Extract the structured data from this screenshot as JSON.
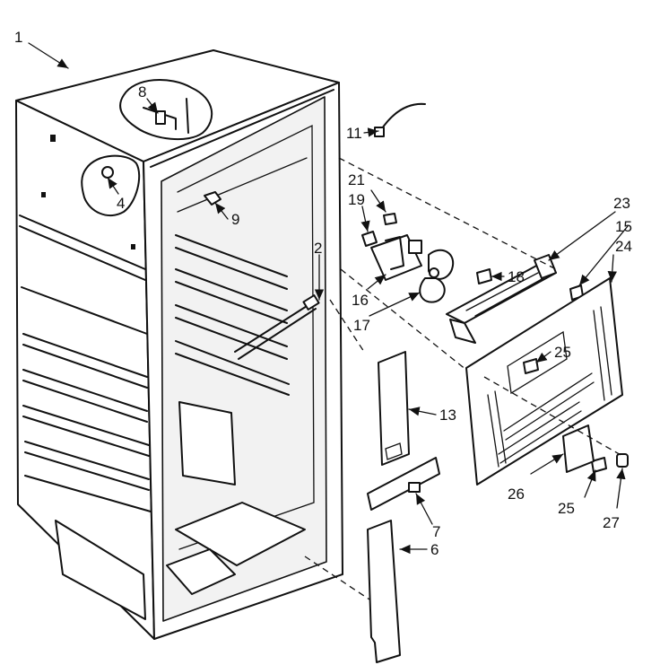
{
  "callouts": [
    {
      "id": "c1",
      "text": "1"
    },
    {
      "id": "c2",
      "text": "2"
    },
    {
      "id": "c4",
      "text": "4"
    },
    {
      "id": "c6",
      "text": "6"
    },
    {
      "id": "c7",
      "text": "7"
    },
    {
      "id": "c8",
      "text": "8"
    },
    {
      "id": "c9",
      "text": "9"
    },
    {
      "id": "c11",
      "text": "11"
    },
    {
      "id": "c13",
      "text": "13"
    },
    {
      "id": "c15",
      "text": "15"
    },
    {
      "id": "c16",
      "text": "16"
    },
    {
      "id": "c17",
      "text": "17"
    },
    {
      "id": "c18",
      "text": "18"
    },
    {
      "id": "c19",
      "text": "19"
    },
    {
      "id": "c21",
      "text": "21"
    },
    {
      "id": "c23",
      "text": "23"
    },
    {
      "id": "c24",
      "text": "24"
    },
    {
      "id": "c25a",
      "text": "25"
    },
    {
      "id": "c25b",
      "text": "25"
    },
    {
      "id": "c26",
      "text": "26"
    },
    {
      "id": "c27",
      "text": "27"
    }
  ]
}
